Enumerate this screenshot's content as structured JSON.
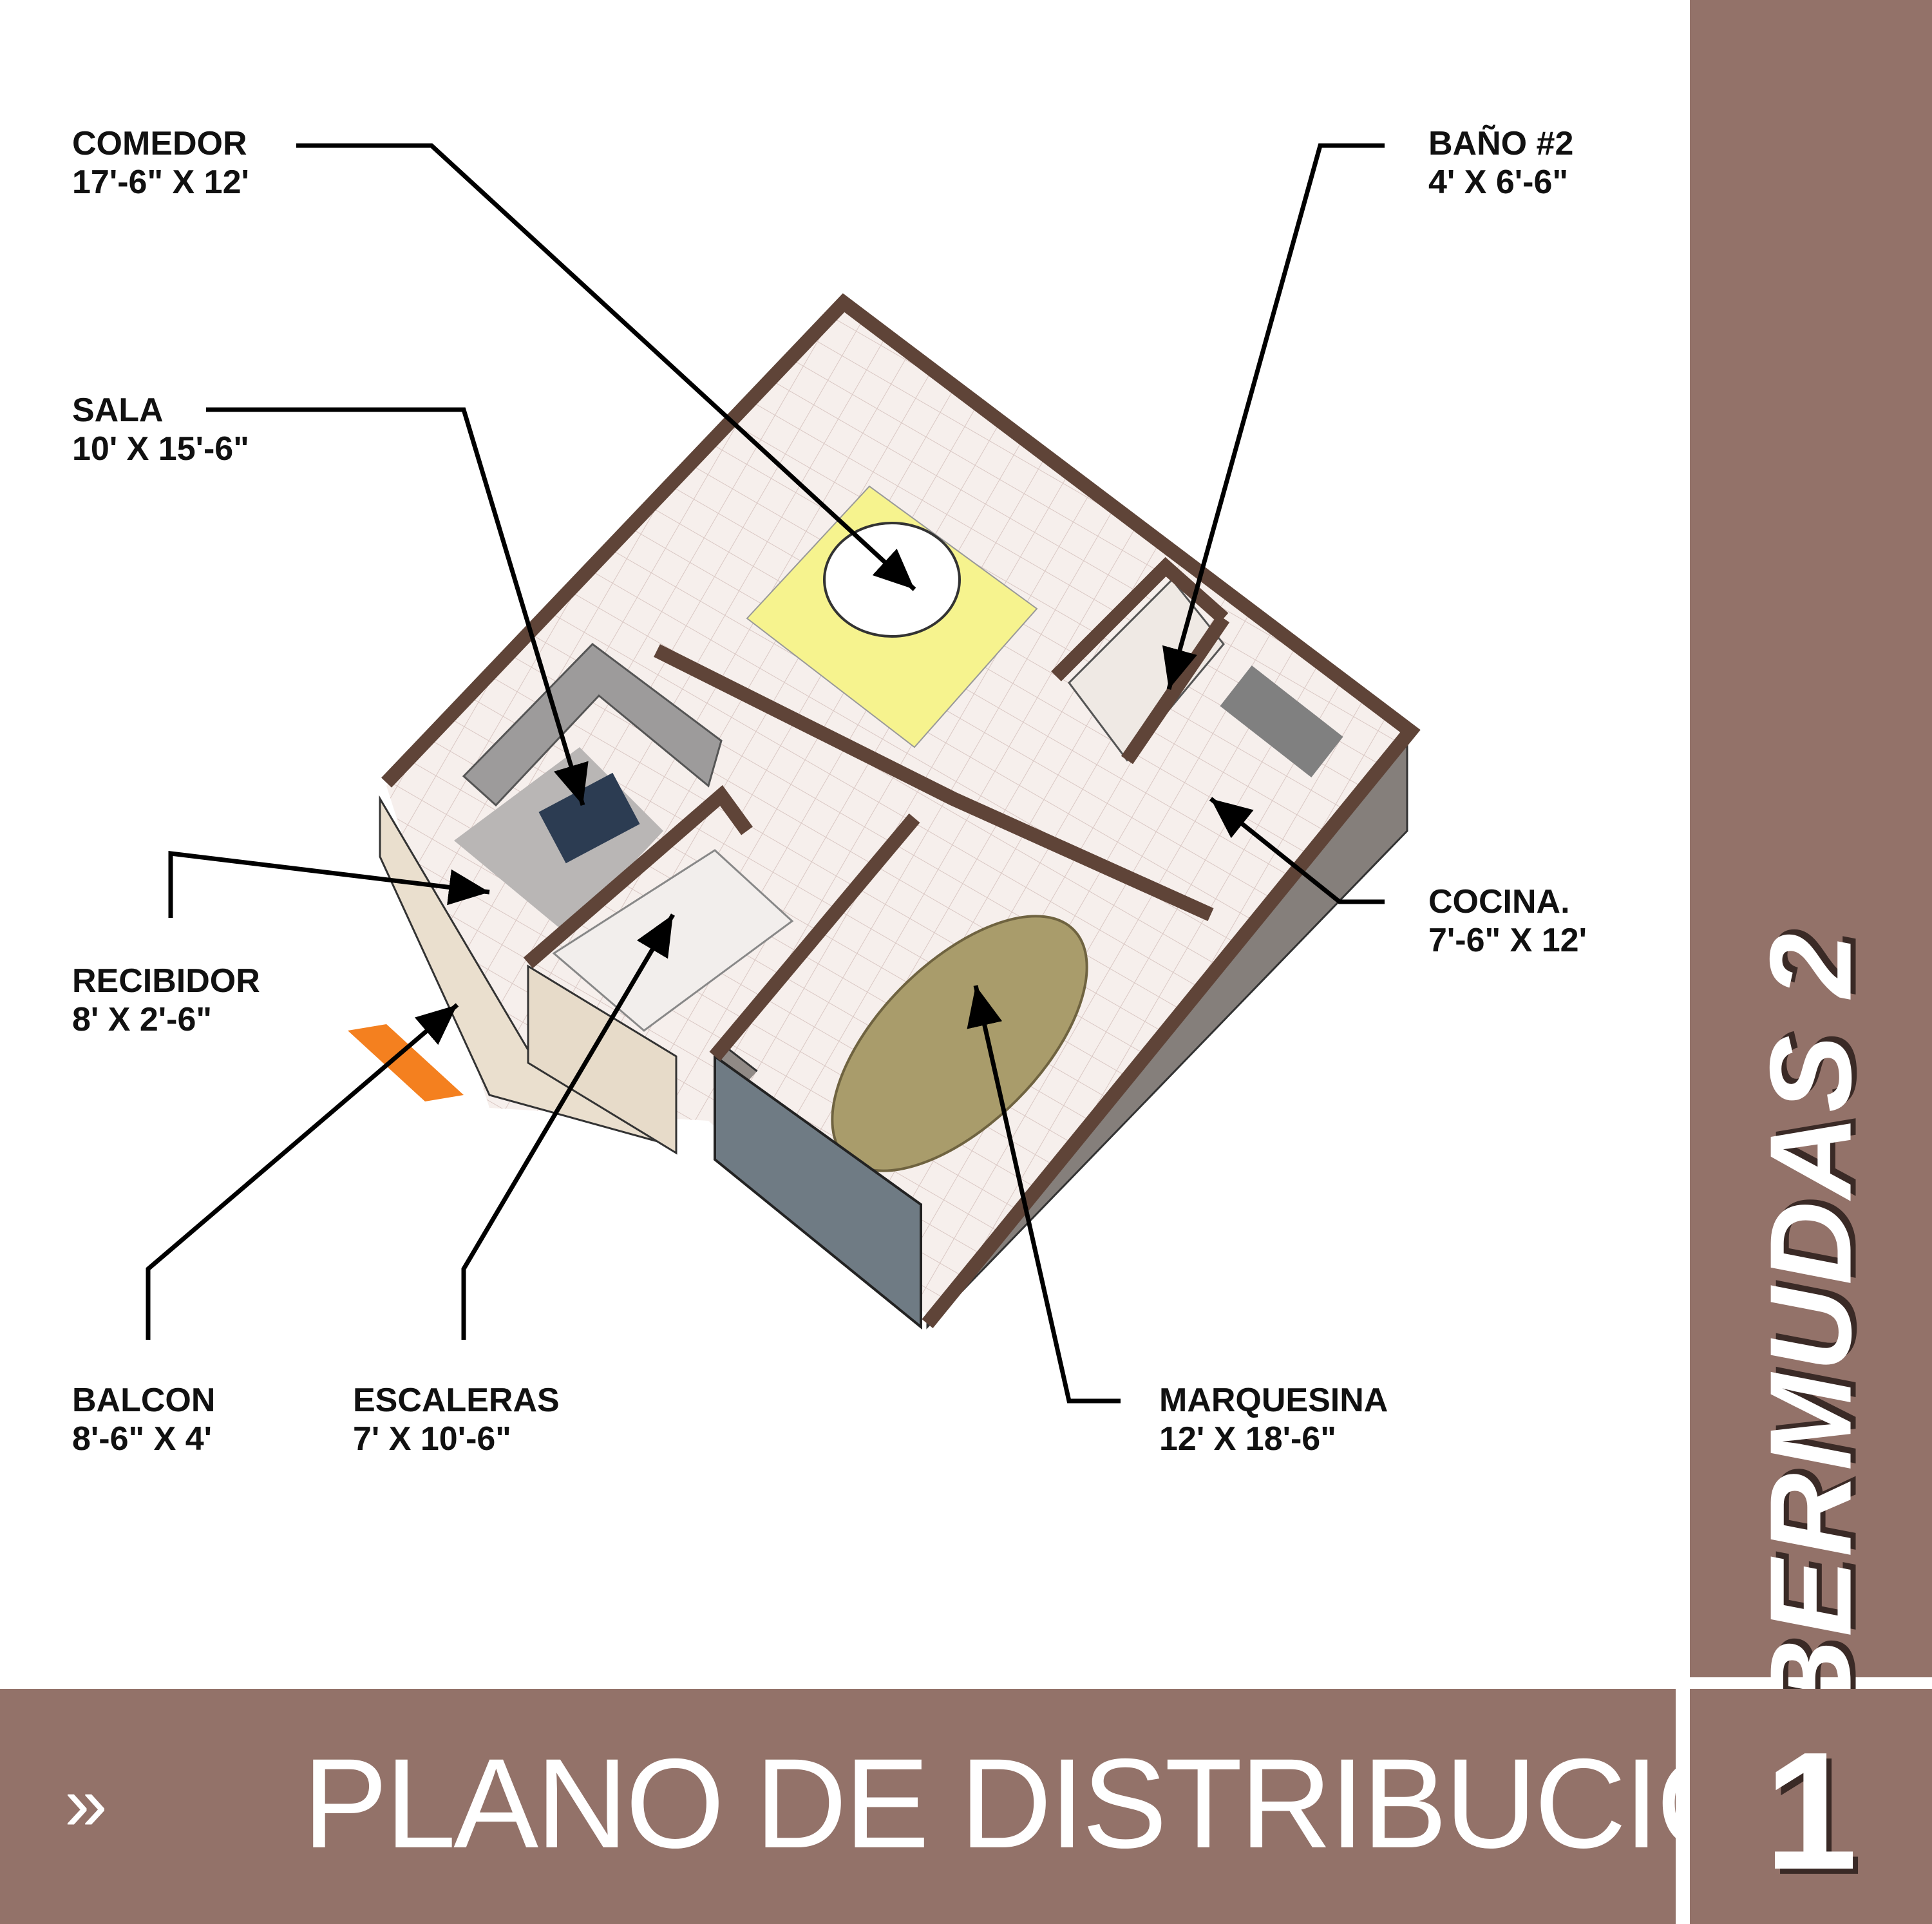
{
  "rooms": {
    "comedor": {
      "name": "COMEDOR",
      "dims": "17'-6\" X 12'"
    },
    "bano": {
      "name": "BAÑO #2",
      "dims": "4' X 6'-6\""
    },
    "sala": {
      "name": "SALA",
      "dims": "10' X 15'-6\""
    },
    "cocina": {
      "name": "COCINA.",
      "dims": "7'-6\" X 12'"
    },
    "recibidor": {
      "name": "RECIBIDOR",
      "dims": "8' X 2'-6\""
    },
    "balcon": {
      "name": "BALCON",
      "dims": "8'-6\" X 4'"
    },
    "escaleras": {
      "name": "ESCALERAS",
      "dims": "7' X 10'-6\""
    },
    "marquesina": {
      "name": "MARQUESINA",
      "dims": "12' X 18'-6\""
    }
  },
  "brand": "BERMUDAS 2",
  "footer": {
    "chevron": "»",
    "title": "PLANO DE DISTRIBUCION",
    "page_number": "1"
  },
  "colors": {
    "panel": "#937269",
    "wall_top": "#6b4c3f",
    "wall_face": "#e8dccb",
    "floor": "#f3ecea",
    "rug": "#f4f08c",
    "step": "#f4801f"
  }
}
